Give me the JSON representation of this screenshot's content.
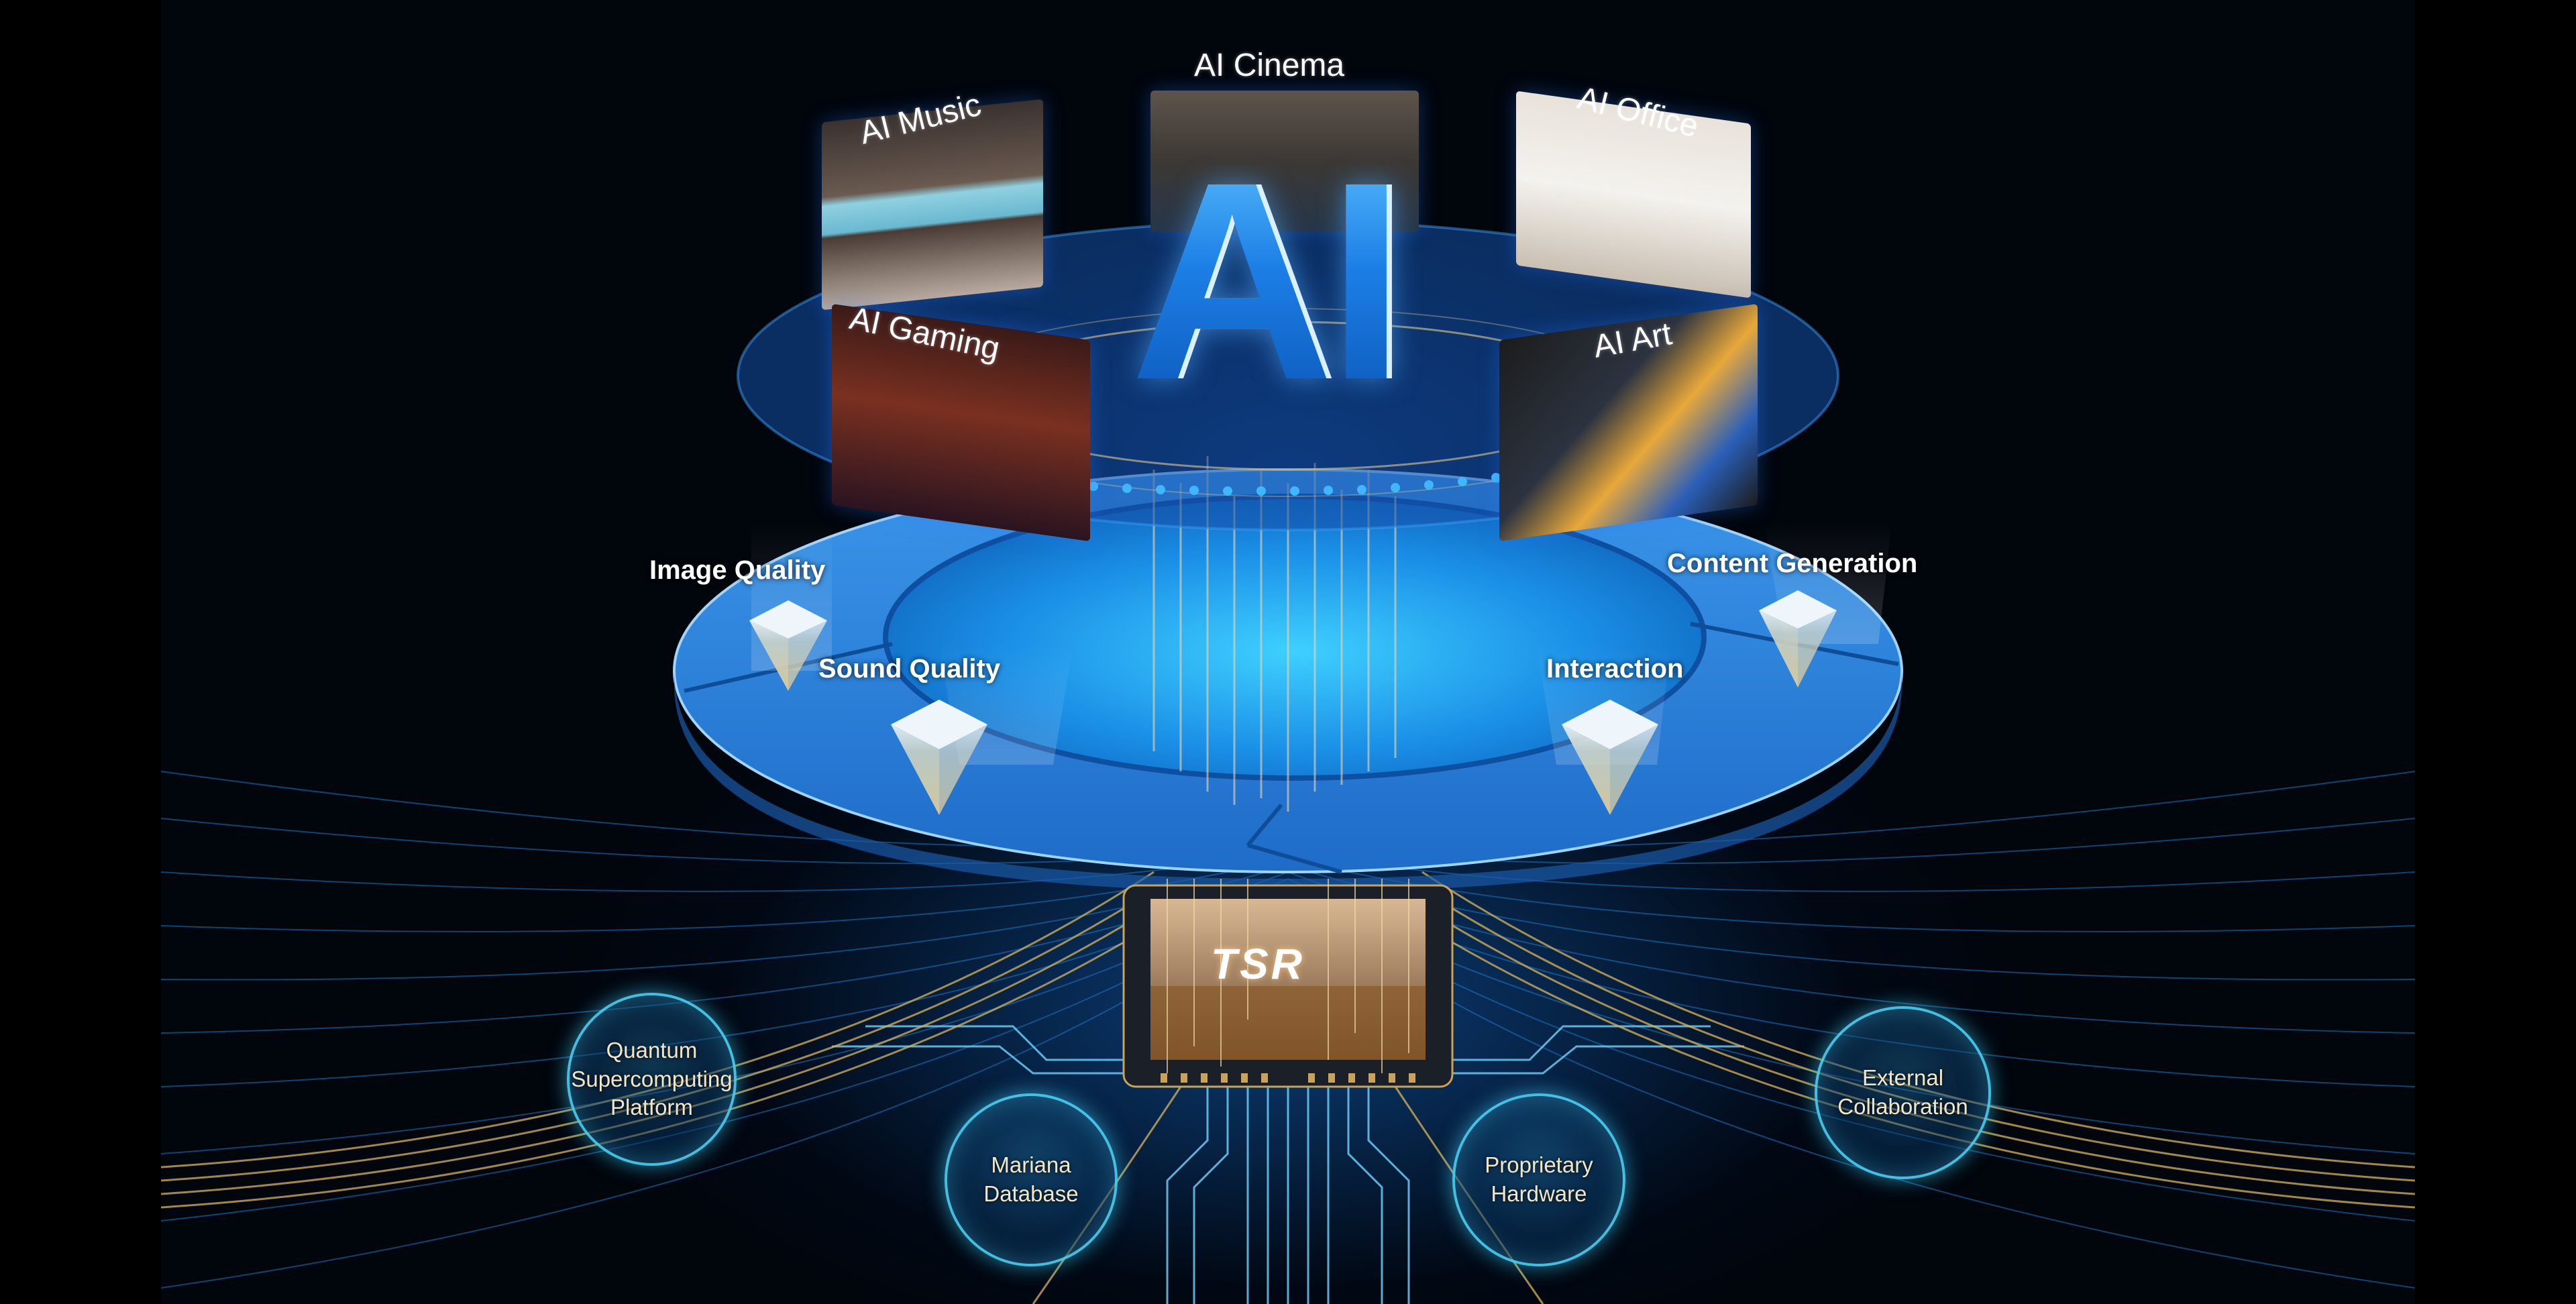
{
  "diagram": {
    "center_title": "AI",
    "applications": [
      {
        "id": "ai-music",
        "label": "AI Music"
      },
      {
        "id": "ai-cinema",
        "label": "AI Cinema"
      },
      {
        "id": "ai-office",
        "label": "AI Office"
      },
      {
        "id": "ai-gaming",
        "label": "AI Gaming"
      },
      {
        "id": "ai-art",
        "label": "AI Art"
      }
    ],
    "capabilities": [
      {
        "id": "image-quality",
        "label": "Image Quality"
      },
      {
        "id": "sound-quality",
        "label": "Sound Quality"
      },
      {
        "id": "interaction",
        "label": "Interaction"
      },
      {
        "id": "content-generation",
        "label": "Content Generation"
      }
    ],
    "chip": {
      "label": "TSR"
    },
    "foundations": [
      {
        "id": "quantum",
        "label": "Quantum\nSupercomputing\nPlatform"
      },
      {
        "id": "mariana",
        "label": "Mariana\nDatabase"
      },
      {
        "id": "proprietary",
        "label": "Proprietary\nHardware"
      },
      {
        "id": "external",
        "label": "External\nCollaboration"
      }
    ]
  },
  "colors": {
    "background": "#000000",
    "ring_blue": "#2f86e0",
    "ring_inner": "#23a6ee",
    "glow_cyan": "#50dcff",
    "gold_lines": "#d8b45a",
    "foundation_text": "#f1e6c8"
  }
}
